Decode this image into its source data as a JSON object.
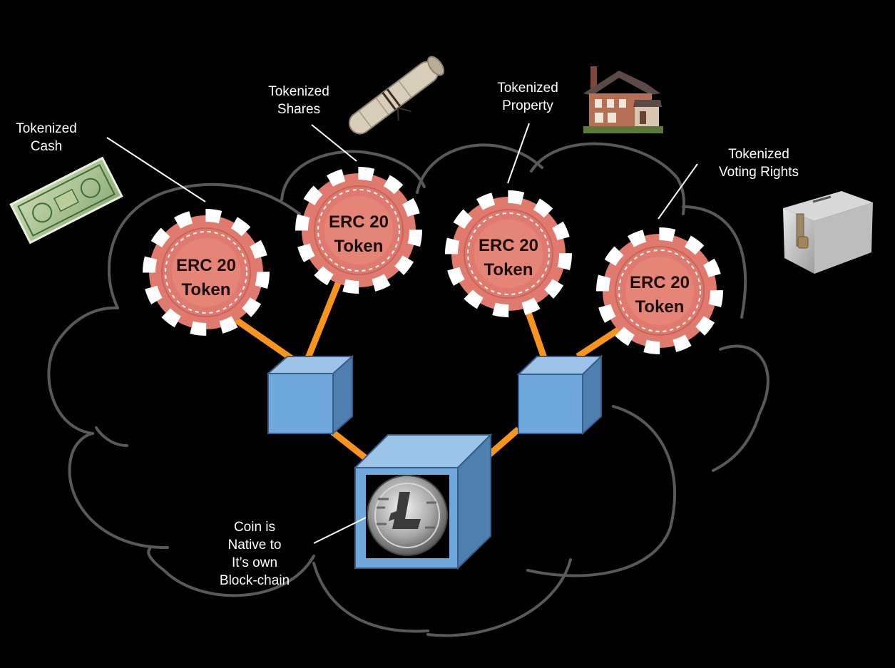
{
  "diagram": {
    "labels": {
      "cash": [
        "Tokenized",
        "Cash"
      ],
      "shares": [
        "Tokenized",
        "Shares"
      ],
      "property": [
        "Tokenized",
        "Property"
      ],
      "voting": [
        "Tokenized",
        "Voting Rights"
      ],
      "coin": [
        "Coin is",
        "Native to",
        "It’s own",
        "Block-chain"
      ]
    },
    "chips": [
      {
        "line1": "ERC 20",
        "line2": "Token"
      },
      {
        "line1": "ERC 20",
        "line2": "Token"
      },
      {
        "line1": "ERC 20",
        "line2": "Token"
      },
      {
        "line1": "ERC 20",
        "line2": "Token"
      }
    ],
    "colors": {
      "background": "#000000",
      "cloud_outline": "#595959",
      "connector": "#f7941d",
      "block_face": "#6fa8dc",
      "block_side": "#4f7fae",
      "chip": "#e07a6e",
      "text": "#ffffff"
    },
    "icons": [
      "dollar-bill-icon",
      "scroll-icon",
      "house-icon",
      "ballot-box-icon",
      "litecoin-icon"
    ]
  }
}
